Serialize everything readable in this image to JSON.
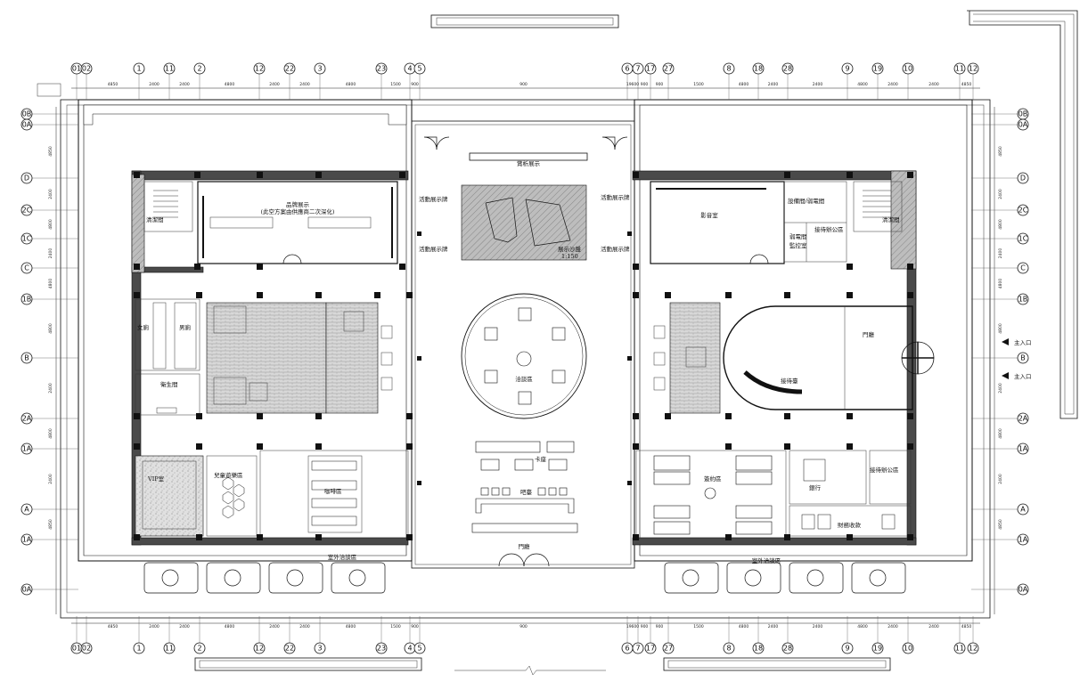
{
  "rooms": {
    "hall_display": "賞析展示",
    "brand_display": "品牌展示",
    "brand_display_note": "(此空方案由供應商二次深化)",
    "cleaning_left": "清潔間",
    "cleaning_right": "清潔間",
    "activity_sign_1": "活動展示牌",
    "activity_sign_2": "活動展示牌",
    "activity_sign_3": "活動展示牌",
    "activity_sign_4": "活動展示牌",
    "sand_table": "展示沙盤",
    "sand_table_scale": "1:150",
    "av_room": "影音室",
    "equipment_room": "設備間/弱電間",
    "weak_current_room": "弱電間",
    "monitor_room": "監控室",
    "reception_office_top": "接待辦公區",
    "female_toilet": "女廁",
    "male_toilet": "男廁",
    "sanitary_room": "衛生間",
    "negotiation_area": "洽談區",
    "reception_desk": "接待臺",
    "foyer_right": "門廳",
    "vip_room": "VIP室",
    "kids_area": "兒童遊樂區",
    "cafe_area": "咖啡區",
    "booth_seats": "卡座",
    "bar_counter": "吧臺",
    "foyer_main": "門廳",
    "signing_area": "簽約區",
    "bank": "銀行",
    "reception_office_bottom": "接待辦公區",
    "finance_cashier": "財務收款",
    "outdoor_left": "室外洽談區",
    "outdoor_right": "室外洽談區",
    "main_entrance_1": "主入口",
    "main_entrance_2": "主入口"
  },
  "axes_top": [
    "01",
    "02",
    "1",
    "11",
    "2",
    "12",
    "22",
    "3",
    "23",
    "4",
    "5",
    "6",
    "7",
    "17",
    "27",
    "8",
    "18",
    "28",
    "9",
    "19",
    "10",
    "11",
    "12"
  ],
  "axes_bottom": [
    "01",
    "02",
    "1",
    "11",
    "2",
    "12",
    "22",
    "3",
    "23",
    "4",
    "5",
    "6",
    "7",
    "17",
    "27",
    "8",
    "18",
    "28",
    "9",
    "19",
    "10",
    "11",
    "12"
  ],
  "axes_left": [
    "0B",
    "0A",
    "D",
    "2C",
    "1C",
    "C",
    "1B",
    "B",
    "2A",
    "1A",
    "A",
    "1A",
    "0A"
  ],
  "axes_right": [
    "0B",
    "0A",
    "D",
    "2C",
    "1C",
    "C",
    "1B",
    "B",
    "2A",
    "1A",
    "A",
    "1A",
    "0A"
  ],
  "dims": [
    "4850",
    "2400",
    "2400",
    "4800",
    "2400",
    "2400",
    "4800",
    "1500",
    "900",
    "900",
    "19600",
    "900",
    "900",
    "1500",
    "4800",
    "2400",
    "2400",
    "4800",
    "2400",
    "2400",
    "4850"
  ],
  "dims_left": [
    "4850",
    "2400",
    "4800",
    "2400",
    "4800",
    "4800",
    "2400",
    "4800",
    "2400",
    "4850"
  ]
}
